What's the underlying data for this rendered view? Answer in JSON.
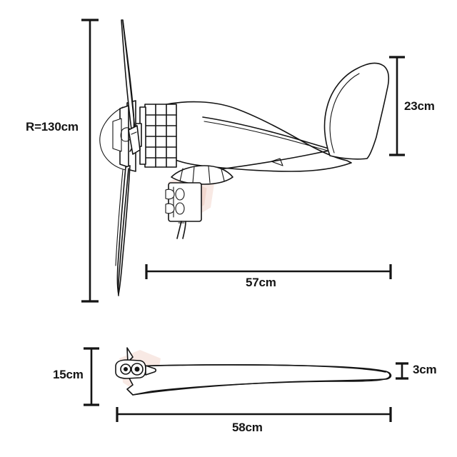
{
  "drawing": {
    "title": "Wind turbine generator dimensional drawing",
    "views": [
      {
        "name": "side-elevation-assembly",
        "description": "Side view of horizontal-axis wind turbine with rotor blades, generator nacelle, mounting bracket and tail fin"
      },
      {
        "name": "blade-plan-view",
        "description": "Plan view of a single rotor blade showing root mount and tip"
      }
    ],
    "line_color": "#141414",
    "background_color": "#ffffff",
    "watermark_color": "#f0cfc4"
  },
  "dimensions": {
    "rotor_radius": {
      "label": "R=130cm",
      "value": 130,
      "unit": "cm",
      "orientation": "vertical"
    },
    "tail_fin_height": {
      "label": "23cm",
      "value": 23,
      "unit": "cm",
      "orientation": "vertical"
    },
    "overall_length": {
      "label": "57cm",
      "value": 57,
      "unit": "cm",
      "orientation": "horizontal"
    },
    "blade_root_width": {
      "label": "15cm",
      "value": 15,
      "unit": "cm",
      "orientation": "vertical"
    },
    "blade_tip_width": {
      "label": "3cm",
      "value": 3,
      "unit": "cm",
      "orientation": "vertical"
    },
    "blade_length": {
      "label": "58cm",
      "value": 58,
      "unit": "cm",
      "orientation": "horizontal"
    }
  },
  "components": {
    "upper_blade": "upper-rotor-blade",
    "lower_blade": "lower-rotor-blade",
    "hub": "rotor-hub-spinner",
    "generator": "generator-housing",
    "nacelle": "nacelle-body",
    "tail_boom": "tail-boom",
    "tail_fin": "tail-fin",
    "mount_bracket": "tower-mount-bracket",
    "cable": "output-cable",
    "blade_root_holes": "blade-root-bolt-holes"
  }
}
